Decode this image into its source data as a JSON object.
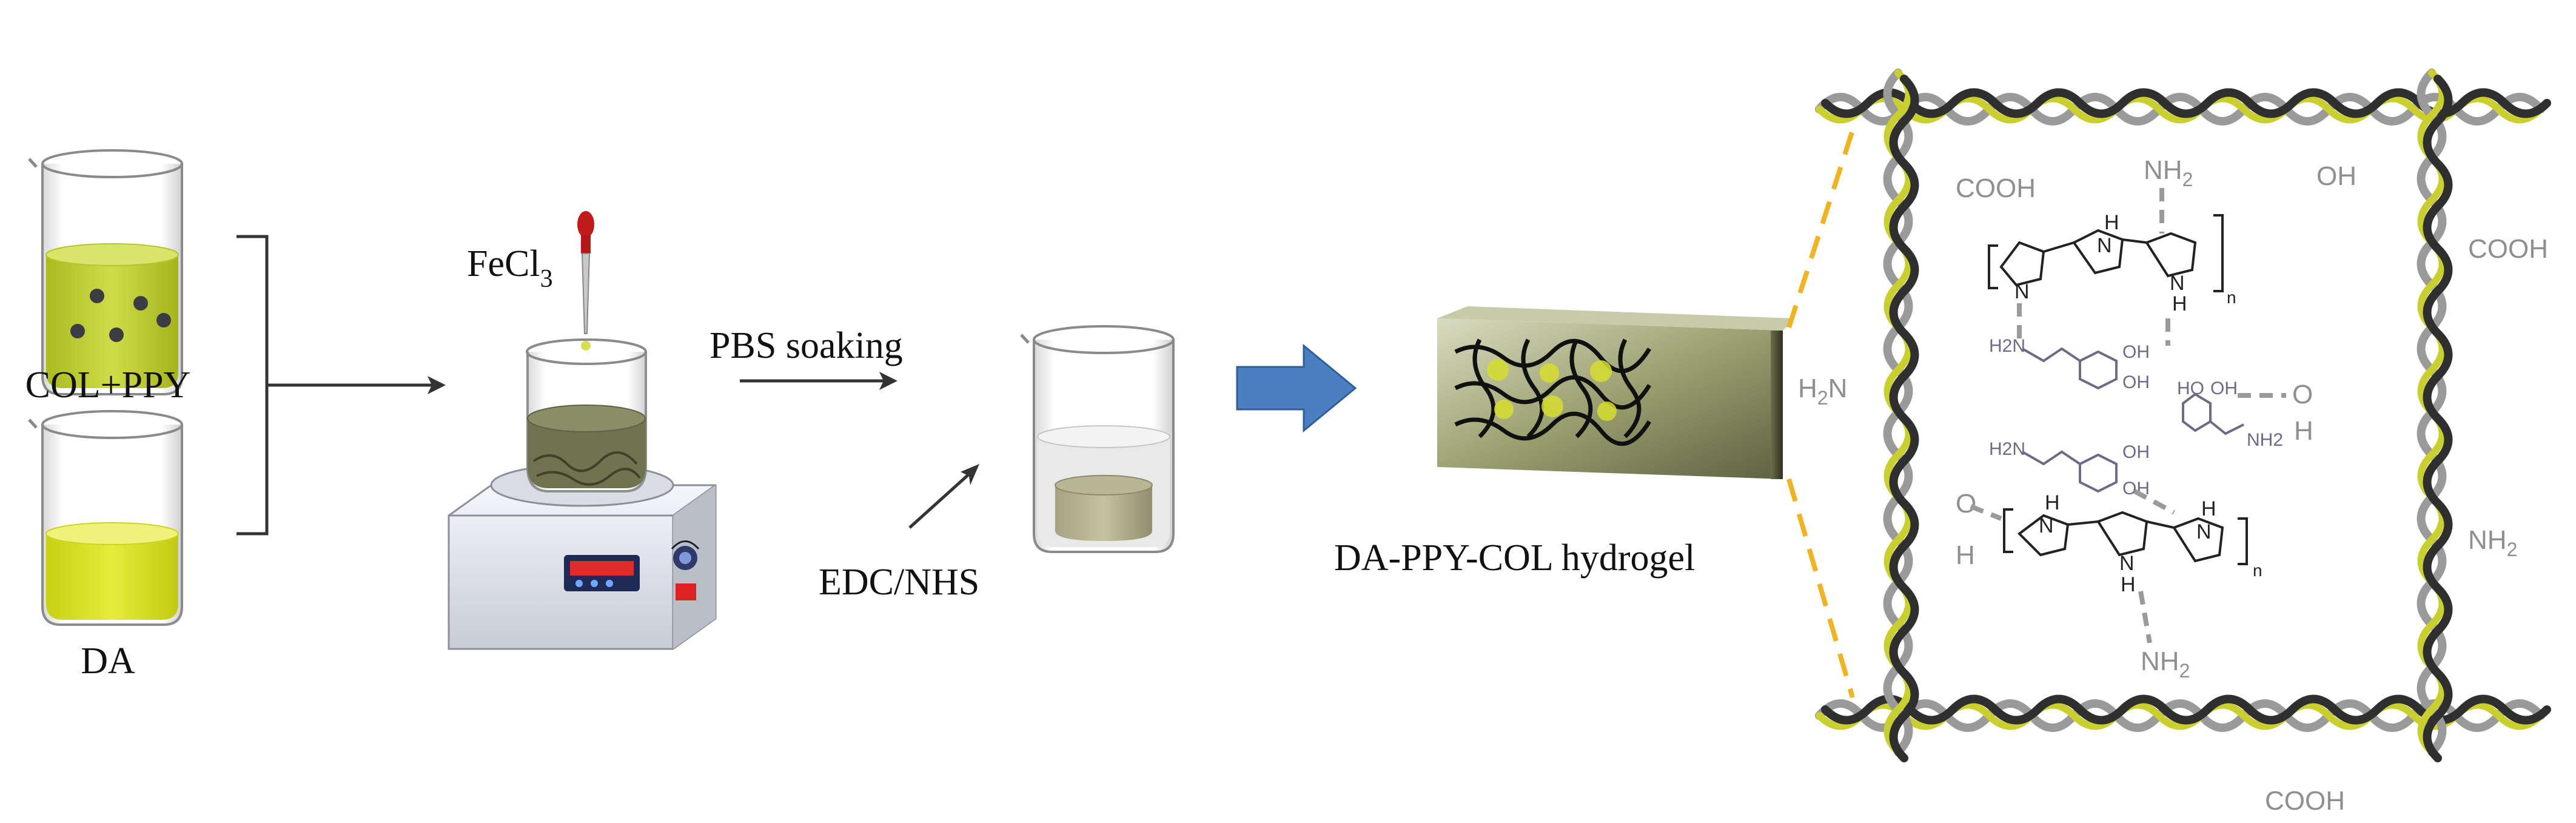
{
  "process": {
    "beaker1_label": "COL+PPY",
    "beaker2_label": "DA",
    "reagent_label": "FeCl",
    "reagent_subscript": "3",
    "step1_label": "PBS soaking",
    "step2_label": "EDC/NHS",
    "product_label": "DA-PPY-COL hydrogel"
  },
  "network": {
    "group_labels": {
      "cooh_top_left": "COOH",
      "nh2_top": "NH",
      "nh2_top_sub": "2",
      "oh_top_right": "OH",
      "cooh_right": "COOH",
      "h2n_left_main": "H",
      "h2n_left_sub": "2",
      "h2n_left_tail": "N",
      "o_left": "O",
      "h_left": "H",
      "o_right": "O",
      "h_right": "H",
      "nh2_right": "NH",
      "nh2_right_sub": "2",
      "nh2_bottom": "NH",
      "nh2_bottom_sub": "2",
      "cooh_bottom": "COOH"
    },
    "molecule_labels": {
      "n_repeat_top": "n",
      "n_repeat_bottom": "n",
      "pyrrole_n": "N",
      "pyrrole_h": "H",
      "da1_oh_a": "OH",
      "da1_oh_b": "OH",
      "da1_nh2": "H2N",
      "da2_ho": "HO",
      "da2_oh": "OH",
      "da2_nh2": "NH2",
      "da3_oh_a": "OH",
      "da3_oh_b": "OH",
      "da3_nh2": "H2N"
    },
    "colors": {
      "collagen_dark": "#2f2f2f",
      "collagen_grey": "#9a9a9a",
      "collagen_yellow": "#c9cf2e",
      "zoom_line": "#f0b323",
      "arrow_blue": "#4a7fc1",
      "beaker_fill_col": "#c4d43a",
      "beaker_fill_da": "#d7e12a"
    }
  }
}
